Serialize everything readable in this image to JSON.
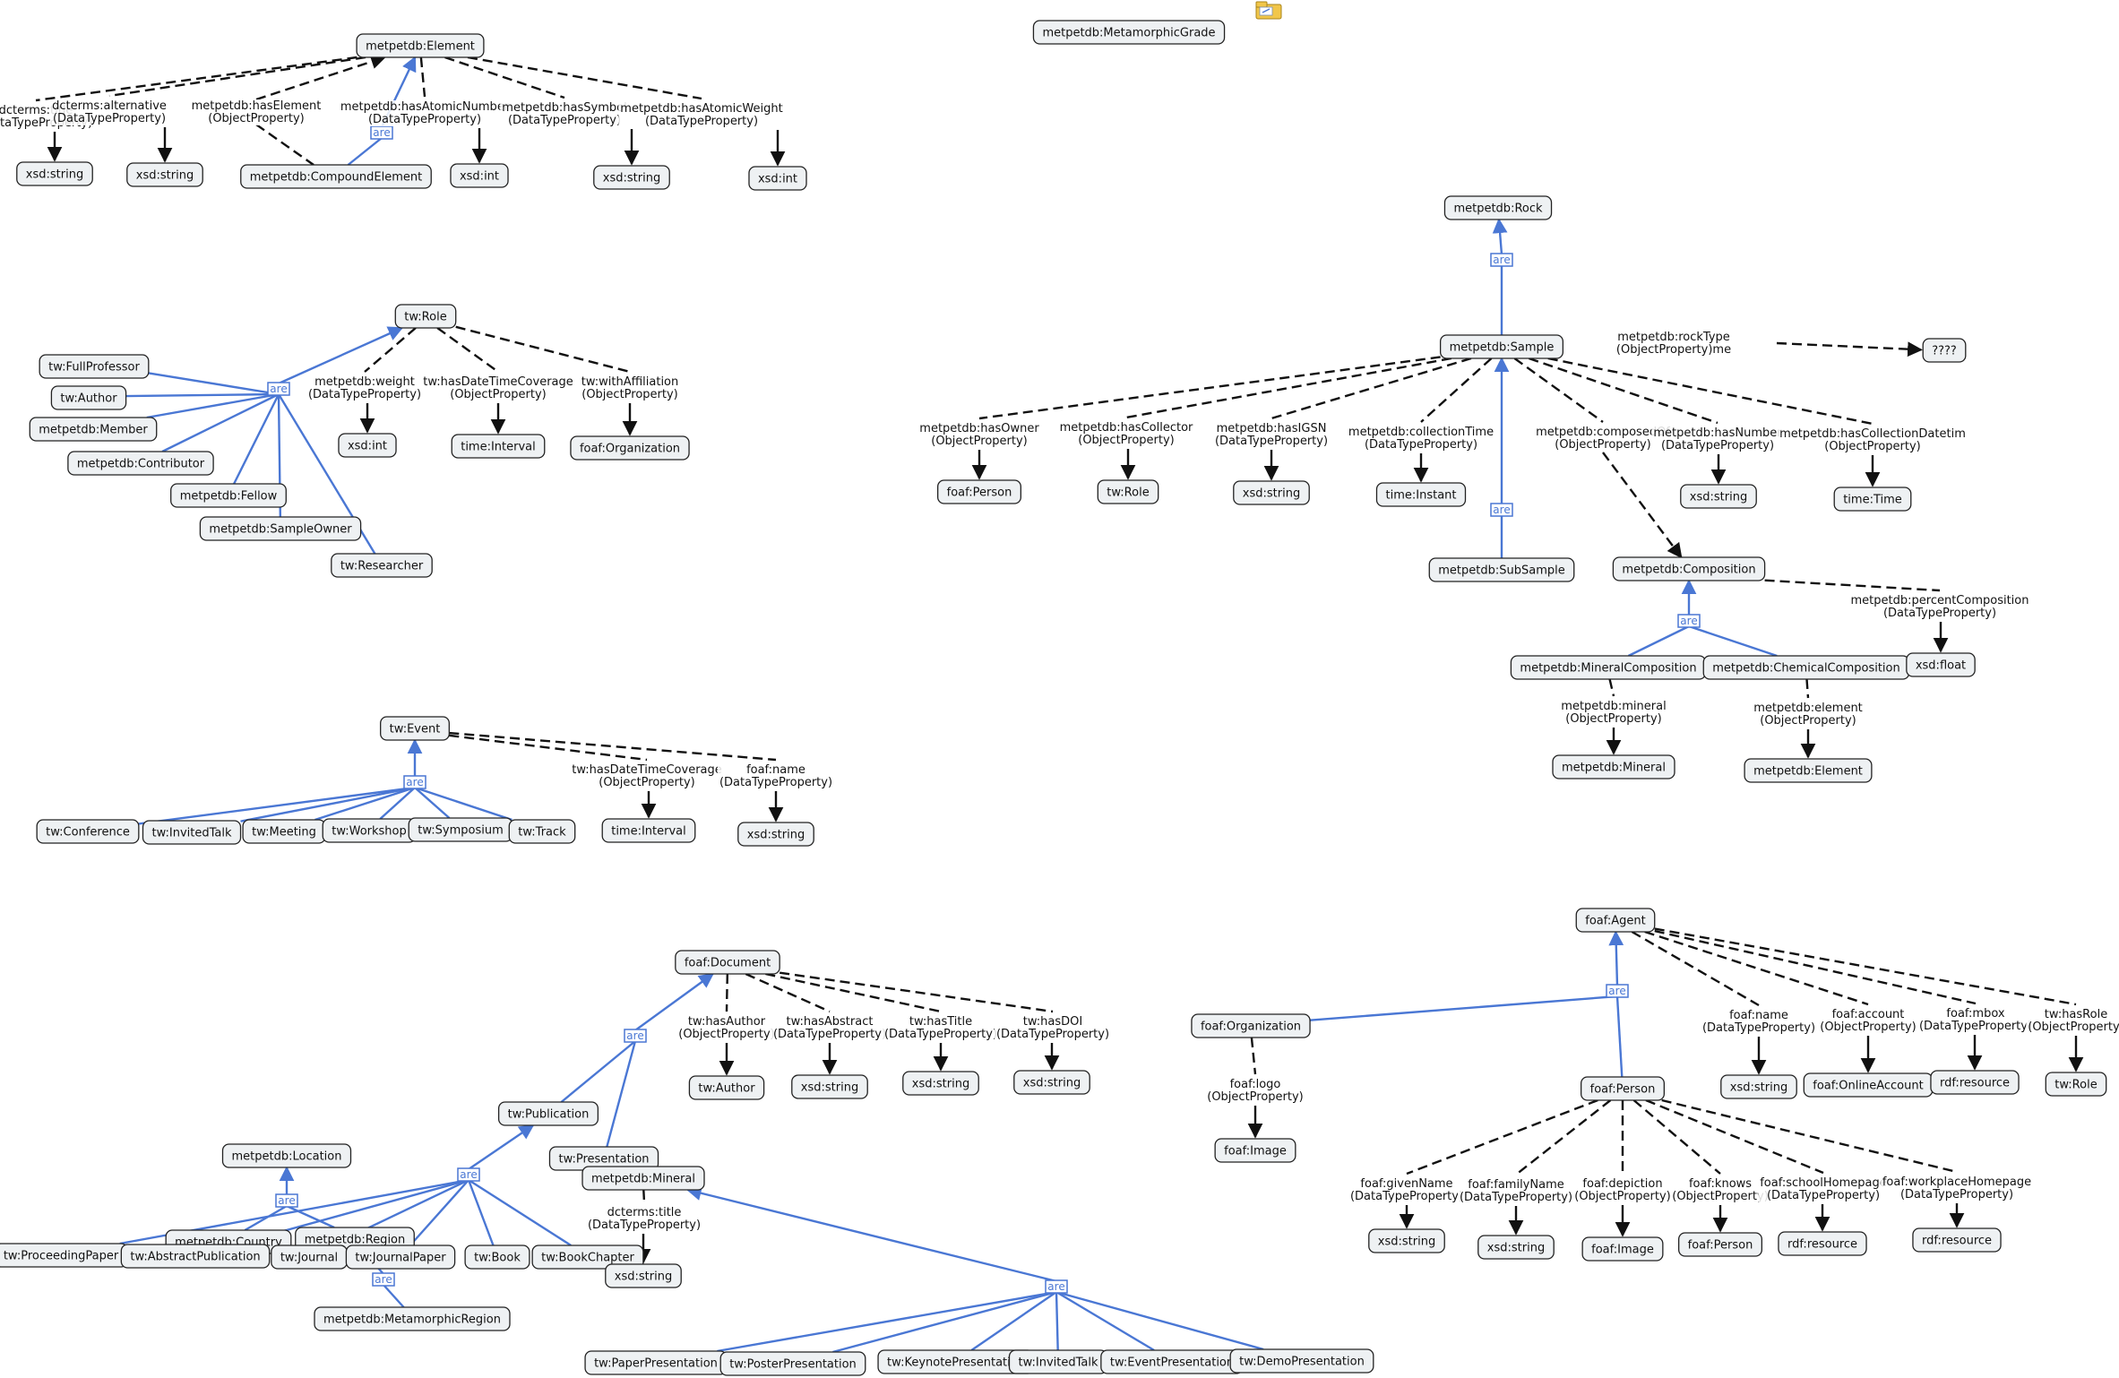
{
  "nodes": [
    {
      "id": "mg",
      "label": "metpetdb:MetamorphicGrade"
    },
    {
      "id": "el",
      "label": "metpetdb:Element"
    },
    {
      "id": "xs1",
      "label": "xsd:string"
    },
    {
      "id": "xs2",
      "label": "xsd:string"
    },
    {
      "id": "ce",
      "label": "metpetdb:CompoundElement"
    },
    {
      "id": "xi1",
      "label": "xsd:int"
    },
    {
      "id": "xs3",
      "label": "xsd:string"
    },
    {
      "id": "xi2",
      "label": "xsd:int"
    },
    {
      "id": "rock",
      "label": "metpetdb:Rock"
    },
    {
      "id": "sample",
      "label": "metpetdb:Sample"
    },
    {
      "id": "unk",
      "label": "????"
    },
    {
      "id": "fp1",
      "label": "foaf:Person"
    },
    {
      "id": "twr1",
      "label": "tw:Role"
    },
    {
      "id": "xs4",
      "label": "xsd:string"
    },
    {
      "id": "ti",
      "label": "time:Instant"
    },
    {
      "id": "xs5",
      "label": "xsd:string"
    },
    {
      "id": "tt",
      "label": "time:Time"
    },
    {
      "id": "sub",
      "label": "metpetdb:SubSample"
    },
    {
      "id": "comp",
      "label": "metpetdb:Composition"
    },
    {
      "id": "mincomp",
      "label": "metpetdb:MineralComposition"
    },
    {
      "id": "chemcomp",
      "label": "metpetdb:ChemicalComposition"
    },
    {
      "id": "xf",
      "label": "xsd:float"
    },
    {
      "id": "mm",
      "label": "metpetdb:Mineral"
    },
    {
      "id": "me",
      "label": "metpetdb:Element"
    },
    {
      "id": "role",
      "label": "tw:Role"
    },
    {
      "id": "fprof",
      "label": "tw:FullProfessor"
    },
    {
      "id": "auth",
      "label": "tw:Author"
    },
    {
      "id": "mem",
      "label": "metpetdb:Member"
    },
    {
      "id": "contrib",
      "label": "metpetdb:Contributor"
    },
    {
      "id": "fel",
      "label": "metpetdb:Fellow"
    },
    {
      "id": "so",
      "label": "metpetdb:SampleOwner"
    },
    {
      "id": "res",
      "label": "tw:Researcher"
    },
    {
      "id": "xi3",
      "label": "xsd:int"
    },
    {
      "id": "tint1",
      "label": "time:Interval"
    },
    {
      "id": "forg1",
      "label": "foaf:Organization"
    },
    {
      "id": "event",
      "label": "tw:Event"
    },
    {
      "id": "conf",
      "label": "tw:Conference"
    },
    {
      "id": "itk1",
      "label": "tw:InvitedTalk"
    },
    {
      "id": "meet",
      "label": "tw:Meeting"
    },
    {
      "id": "work",
      "label": "tw:Workshop"
    },
    {
      "id": "symp",
      "label": "tw:Symposium"
    },
    {
      "id": "track",
      "label": "tw:Track"
    },
    {
      "id": "tint2",
      "label": "time:Interval"
    },
    {
      "id": "xs6",
      "label": "xsd:string"
    },
    {
      "id": "doc",
      "label": "foaf:Document"
    },
    {
      "id": "tauth",
      "label": "tw:Author"
    },
    {
      "id": "xs7",
      "label": "xsd:string"
    },
    {
      "id": "xs8",
      "label": "xsd:string"
    },
    {
      "id": "xs9",
      "label": "xsd:string"
    },
    {
      "id": "pub",
      "label": "tw:Publication"
    },
    {
      "id": "pres",
      "label": "tw:Presentation"
    },
    {
      "id": "loc",
      "label": "metpetdb:Location"
    },
    {
      "id": "mineral2",
      "label": "metpetdb:Mineral"
    },
    {
      "id": "country",
      "label": "metpetdb:Country"
    },
    {
      "id": "region",
      "label": "metpetdb:Region"
    },
    {
      "id": "pp",
      "label": "tw:ProceedingPaper"
    },
    {
      "id": "ap",
      "label": "tw:AbstractPublication"
    },
    {
      "id": "jour",
      "label": "tw:Journal"
    },
    {
      "id": "jp",
      "label": "tw:JournalPaper"
    },
    {
      "id": "book",
      "label": "tw:Book"
    },
    {
      "id": "bch",
      "label": "tw:BookChapter"
    },
    {
      "id": "xs10",
      "label": "xsd:string"
    },
    {
      "id": "mreg",
      "label": "metpetdb:MetamorphicRegion"
    },
    {
      "id": "ppres",
      "label": "tw:PaperPresentation"
    },
    {
      "id": "postp",
      "label": "tw:PosterPresentation"
    },
    {
      "id": "keyp",
      "label": "tw:KeynotePresentation"
    },
    {
      "id": "itk2",
      "label": "tw:InvitedTalk"
    },
    {
      "id": "evp",
      "label": "tw:EventPresentation"
    },
    {
      "id": "demo",
      "label": "tw:DemoPresentation"
    },
    {
      "id": "agent",
      "label": "foaf:Agent"
    },
    {
      "id": "forg2",
      "label": "foaf:Organization"
    },
    {
      "id": "fperson",
      "label": "foaf:Person"
    },
    {
      "id": "xs11",
      "label": "xsd:string"
    },
    {
      "id": "oacc",
      "label": "foaf:OnlineAccount"
    },
    {
      "id": "rdf1",
      "label": "rdf:resource"
    },
    {
      "id": "twr2",
      "label": "tw:Role"
    },
    {
      "id": "fimg1",
      "label": "foaf:Image"
    },
    {
      "id": "xs12",
      "label": "xsd:string"
    },
    {
      "id": "xs13",
      "label": "xsd:string"
    },
    {
      "id": "fimg2",
      "label": "foaf:Image"
    },
    {
      "id": "fp2",
      "label": "foaf:Person"
    },
    {
      "id": "rdf2",
      "label": "rdf:resource"
    },
    {
      "id": "rdf3",
      "label": "rdf:resource"
    }
  ],
  "relations": [
    {
      "id": "r1",
      "from": "el",
      "to": "xs1",
      "label": [
        "dcterms:title",
        "(DataTypeProperty)"
      ]
    },
    {
      "id": "r2",
      "from": "el",
      "to": "xs2",
      "label": [
        "dcterms:alternative",
        "(DataTypeProperty)"
      ]
    },
    {
      "id": "r3",
      "from": "el",
      "to": "ce",
      "label": [
        "metpetdb:hasElement",
        "(ObjectProperty)"
      ],
      "arrow_at": "el"
    },
    {
      "id": "r4",
      "from": "el",
      "to": "xi1",
      "label": [
        "metpetdb:hasAtomicNumber",
        "(DataTypeProperty)"
      ]
    },
    {
      "id": "r5",
      "from": "el",
      "to": "xs3",
      "label": [
        "metpetdb:hasSymbol",
        "(DataTypeProperty)"
      ]
    },
    {
      "id": "r6",
      "from": "el",
      "to": "xi2",
      "label": [
        "metpetdb:hasAtomicWeight",
        "(DataTypeProperty)"
      ]
    },
    {
      "id": "r7",
      "from": "sample",
      "to": "unk",
      "label": [
        "metpetdb:rockType",
        "(ObjectProperty)me"
      ]
    },
    {
      "id": "r8",
      "from": "sample",
      "to": "fp1",
      "label": [
        "metpetdb:hasOwner",
        "(ObjectProperty)"
      ]
    },
    {
      "id": "r9",
      "from": "sample",
      "to": "twr1",
      "label": [
        "metpetdb:hasCollector",
        "(ObjectProperty)"
      ]
    },
    {
      "id": "r10",
      "from": "sample",
      "to": "xs4",
      "label": [
        "metpetdb:hasIGSN",
        "(DataTypeProperty)"
      ]
    },
    {
      "id": "r11",
      "from": "sample",
      "to": "ti",
      "label": [
        "metpetdb:collectionTime",
        "(DataTypeProperty)"
      ]
    },
    {
      "id": "r12",
      "from": "sample",
      "to": "comp",
      "label": [
        "metpetdb:composedOf",
        "(ObjectProperty)"
      ]
    },
    {
      "id": "r13",
      "from": "sample",
      "to": "xs5",
      "label": [
        "metpetdb:hasNumber",
        "(DataTypeProperty)"
      ]
    },
    {
      "id": "r14",
      "from": "sample",
      "to": "tt",
      "label": [
        "metpetdb:hasCollectionDatetim",
        "(ObjectProperty)"
      ]
    },
    {
      "id": "r15",
      "from": "comp",
      "to": "xf",
      "label": [
        "metpetdb:percentComposition",
        "(DataTypeProperty)"
      ]
    },
    {
      "id": "r16",
      "from": "mincomp",
      "to": "mm",
      "label": [
        "metpetdb:mineral",
        "(ObjectProperty)"
      ]
    },
    {
      "id": "r17",
      "from": "chemcomp",
      "to": "me",
      "label": [
        "metpetdb:element",
        "(ObjectProperty)"
      ]
    },
    {
      "id": "r18",
      "from": "role",
      "to": "xi3",
      "label": [
        "metpetdb:weight",
        "(DataTypeProperty)"
      ]
    },
    {
      "id": "r19",
      "from": "role",
      "to": "tint1",
      "label": [
        "tw:hasDateTimeCoverage",
        "(ObjectProperty)"
      ]
    },
    {
      "id": "r20",
      "from": "role",
      "to": "forg1",
      "label": [
        "tw:withAffiliation",
        "(ObjectProperty)"
      ]
    },
    {
      "id": "r21",
      "from": "event",
      "to": "tint2",
      "label": [
        "tw:hasDateTimeCoverage",
        "(ObjectProperty)"
      ]
    },
    {
      "id": "r22",
      "from": "event",
      "to": "xs6",
      "label": [
        "foaf:name",
        "(DataTypeProperty)"
      ]
    },
    {
      "id": "r23",
      "from": "doc",
      "to": "tauth",
      "label": [
        "tw:hasAuthor",
        "(ObjectProperty)"
      ]
    },
    {
      "id": "r24",
      "from": "doc",
      "to": "xs7",
      "label": [
        "tw:hasAbstract",
        "(DataTypeProperty)"
      ]
    },
    {
      "id": "r25",
      "from": "doc",
      "to": "xs8",
      "label": [
        "tw:hasTitle",
        "(DataTypeProperty)"
      ]
    },
    {
      "id": "r26",
      "from": "doc",
      "to": "xs9",
      "label": [
        "tw:hasDOI",
        "(DataTypeProperty)"
      ]
    },
    {
      "id": "r27",
      "from": "mineral2",
      "to": "xs10",
      "label": [
        "dcterms:title",
        "(DataTypeProperty)"
      ]
    },
    {
      "id": "r28",
      "from": "agent",
      "to": "xs11",
      "label": [
        "foaf:name",
        "(DataTypeProperty)"
      ]
    },
    {
      "id": "r29",
      "from": "agent",
      "to": "oacc",
      "label": [
        "foaf:account",
        "(ObjectProperty)"
      ]
    },
    {
      "id": "r30",
      "from": "agent",
      "to": "rdf1",
      "label": [
        "foaf:mbox",
        "(DataTypeProperty)"
      ]
    },
    {
      "id": "r31",
      "from": "agent",
      "to": "twr2",
      "label": [
        "tw:hasRole",
        "(ObjectProperty)"
      ]
    },
    {
      "id": "r32",
      "from": "forg2",
      "to": "fimg1",
      "label": [
        "foaf:logo",
        "(ObjectProperty)"
      ]
    },
    {
      "id": "r33",
      "from": "fperson",
      "to": "xs12",
      "label": [
        "foaf:givenName",
        "(DataTypeProperty)"
      ]
    },
    {
      "id": "r34",
      "from": "fperson",
      "to": "xs13",
      "label": [
        "foaf:familyName",
        "(DataTypeProperty)"
      ]
    },
    {
      "id": "r35",
      "from": "fperson",
      "to": "fimg2",
      "label": [
        "foaf:depiction",
        "(ObjectProperty)"
      ]
    },
    {
      "id": "r36",
      "from": "fperson",
      "to": "fp2",
      "label": [
        "foaf:knows",
        "(ObjectProperty)"
      ]
    },
    {
      "id": "r37",
      "from": "fperson",
      "to": "rdf2",
      "label": [
        "foaf:schoolHomepage",
        "(DataTypeProperty)"
      ]
    },
    {
      "id": "r38",
      "from": "fperson",
      "to": "rdf3",
      "label": [
        "foaf:workplaceHomepage",
        "(DataTypeProperty)"
      ]
    }
  ],
  "subclass_label": "are",
  "subclass_groups": [
    {
      "id": "g1",
      "parent": "el",
      "children": [
        "ce"
      ]
    },
    {
      "id": "g2",
      "parent": "rock",
      "children": [
        "sample"
      ]
    },
    {
      "id": "g3",
      "parent": "sample",
      "children": [
        "sub"
      ]
    },
    {
      "id": "g4",
      "parent": "comp",
      "children": [
        "mincomp",
        "chemcomp"
      ]
    },
    {
      "id": "g5",
      "parent": "role",
      "children": [
        "fprof",
        "auth",
        "mem",
        "contrib",
        "fel",
        "so",
        "res"
      ]
    },
    {
      "id": "g6",
      "parent": "event",
      "children": [
        "conf",
        "itk1",
        "meet",
        "work",
        "symp",
        "track"
      ]
    },
    {
      "id": "g7",
      "parent": "doc",
      "children": [
        "pub",
        "pres"
      ]
    },
    {
      "id": "g8",
      "parent": "pub",
      "children": [
        "pp",
        "ap",
        "jour",
        "jp",
        "book",
        "bch"
      ]
    },
    {
      "id": "g9",
      "parent": "loc",
      "children": [
        "country",
        "region"
      ]
    },
    {
      "id": "g10",
      "parent": "region",
      "children": [
        "mreg"
      ]
    },
    {
      "id": "g11",
      "parent": "mineral2",
      "children": [
        "ppres",
        "postp",
        "keyp",
        "itk2",
        "evp",
        "demo"
      ]
    },
    {
      "id": "g12",
      "parent": "agent",
      "children": [
        "forg2",
        "fperson"
      ]
    }
  ],
  "colors": {
    "subclass": "#4a77d4",
    "relation": "#111111",
    "node_fill": "#eef1f3",
    "node_border": "#222222"
  },
  "icons": [
    "folder-icon"
  ]
}
